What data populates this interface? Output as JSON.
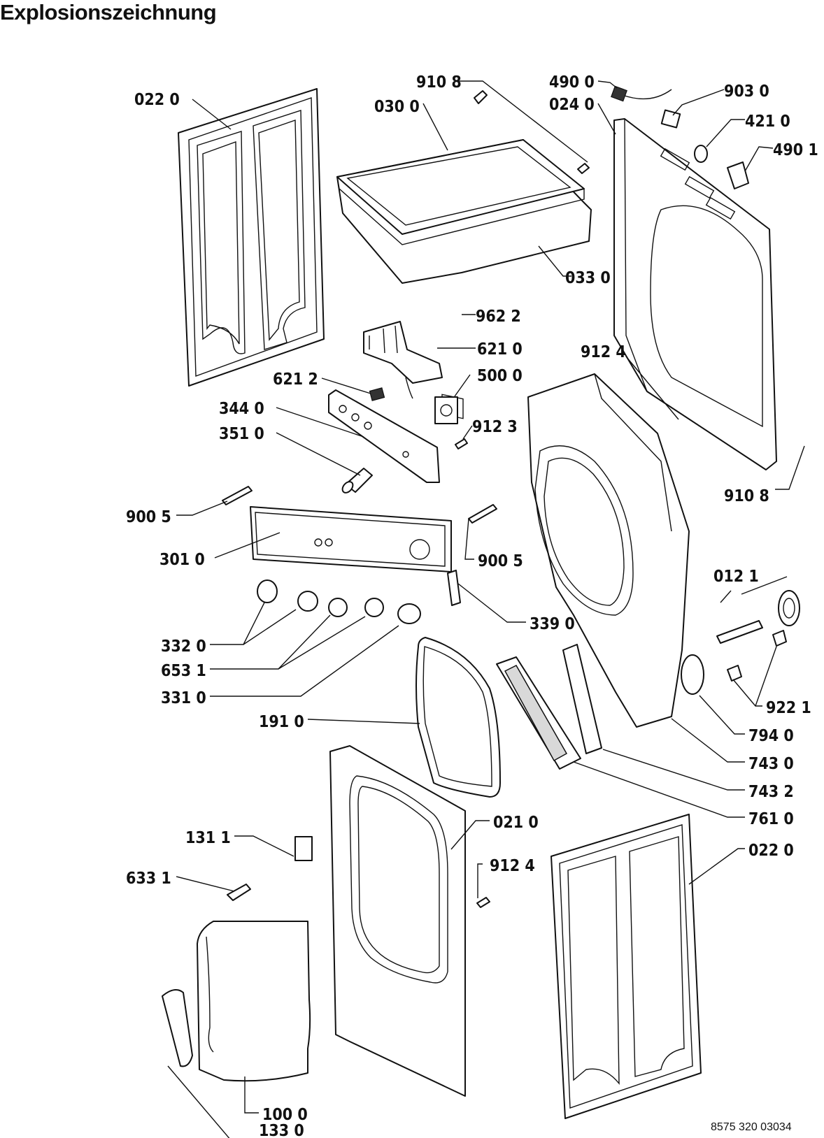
{
  "title": "Explosionszeichnung",
  "document_code": "8575 320 03034",
  "labels": {
    "p022_0_a": "022 0",
    "p910_8_a": "910 8",
    "p030_0": "030 0",
    "p490_0": "490 0",
    "p024_0": "024 0",
    "p903_0": "903 0",
    "p421_0": "421 0",
    "p490_1": "490 1",
    "p033_0": "033 0",
    "p962_2": "962 2",
    "p621_0": "621 0",
    "p912_4_a": "912 4",
    "p621_2": "621 2",
    "p500_0": "500 0",
    "p344_0": "344 0",
    "p351_0": "351 0",
    "p912_3": "912 3",
    "p910_8_b": "910 8",
    "p900_5_a": "900 5",
    "p301_0": "301 0",
    "p900_5_b": "900 5",
    "p012_1": "012 1",
    "p339_0": "339 0",
    "p332_0": "332 0",
    "p653_1": "653 1",
    "p331_0": "331 0",
    "p922_1": "922 1",
    "p191_0": "191 0",
    "p794_0": "794 0",
    "p743_0": "743 0",
    "p743_2": "743 2",
    "p761_0": "761 0",
    "p021_0": "021 0",
    "p131_1": "131 1",
    "p912_4_b": "912 4",
    "p022_0_b": "022 0",
    "p633_1": "633 1",
    "p100_0": "100 0",
    "p133_0": "133 0"
  }
}
